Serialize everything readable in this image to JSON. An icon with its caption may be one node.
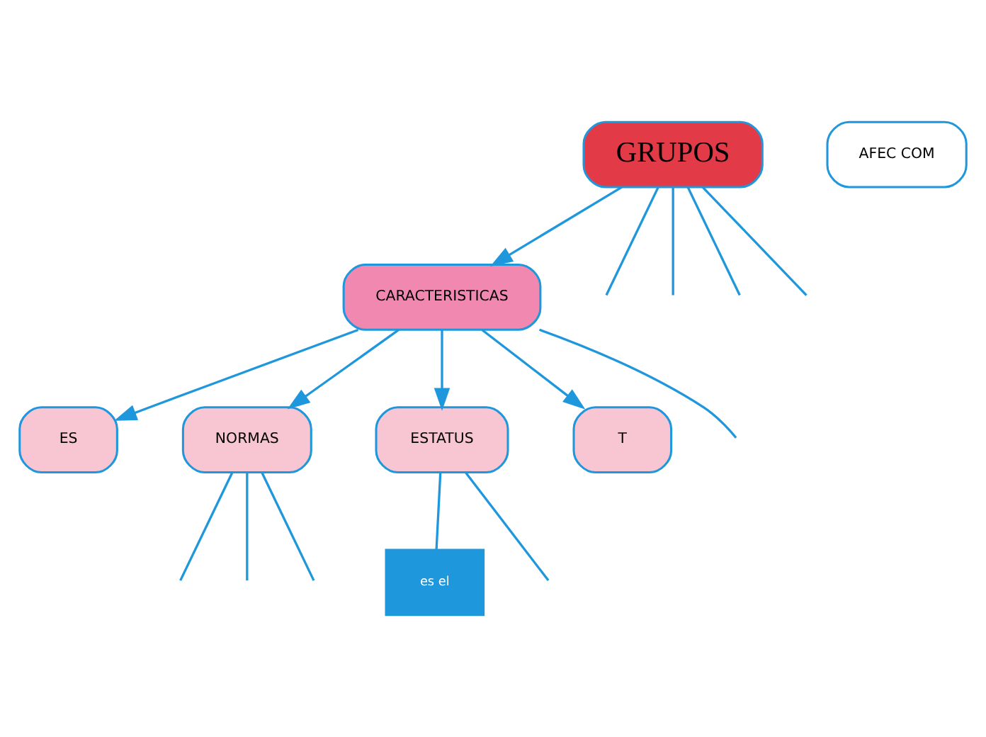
{
  "diagram": {
    "nodes": [
      {
        "text": [
          "GRUPOS"
        ]
      },
      {
        "text": [
          "CARACTERISTICAS"
        ]
      },
      {
        "text": [
          "ES"
        ]
      },
      {
        "text": [
          "NORMAS"
        ]
      },
      {
        "text": [
          "ESTATUS"
        ]
      },
      {
        "text": [
          "T"
        ]
      },
      {
        "text": [
          "es el"
        ]
      },
      {
        "text": [
          "AFEC COM"
        ]
      }
    ],
    "edges": [
      {
        "from": 0,
        "to": null,
        "arrow": "none"
      },
      {
        "from": 0,
        "to": null,
        "arrow": "none"
      },
      {
        "from": 0,
        "to": null,
        "arrow": "none"
      },
      {
        "from": 0,
        "to": 1,
        "arrow": "to"
      },
      {
        "from": 0,
        "to": null,
        "arrow": "none"
      },
      {
        "from": 1,
        "to": 2,
        "arrow": "to"
      },
      {
        "from": 1,
        "to": 3,
        "arrow": "to"
      },
      {
        "from": 1,
        "to": 4,
        "arrow": "to"
      },
      {
        "from": 1,
        "to": 5,
        "arrow": "to"
      },
      {
        "from": 1,
        "to": null,
        "arrow": "none"
      },
      {
        "from": 3,
        "to": null,
        "arrow": "none"
      },
      {
        "from": 3,
        "to": null,
        "arrow": "none"
      },
      {
        "from": 3,
        "to": null,
        "arrow": "none"
      },
      {
        "from": 4,
        "to": 6,
        "arrow": "none"
      },
      {
        "from": 4,
        "to": null,
        "arrow": "none"
      }
    ]
  }
}
